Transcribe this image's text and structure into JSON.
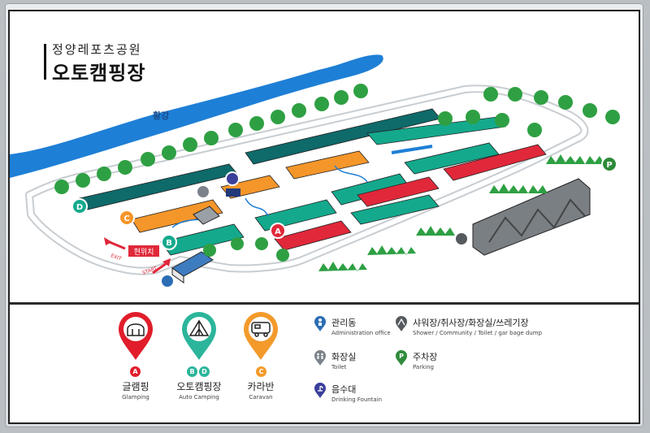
{
  "header": {
    "subtitle": "정양레포츠공원",
    "title": "오토캠핑장"
  },
  "map": {
    "river_label": "황강",
    "here_label": "현위치",
    "exit_label": "EXIT",
    "start_label": "START",
    "zone_markers": [
      "A",
      "B",
      "C",
      "D"
    ],
    "parking_marker": "P"
  },
  "legend": {
    "site_types": [
      {
        "letters": [
          "A"
        ],
        "ko": "글램핑",
        "en": "Glamping",
        "color": "#e11d2b",
        "icon": "glamping-tent-icon"
      },
      {
        "letters": [
          "B",
          "D"
        ],
        "ko": "오토캠핑장",
        "en": "Auto Camping",
        "color": "#2bb59a",
        "icon": "camping-tent-icon"
      },
      {
        "letters": [
          "C"
        ],
        "ko": "카라반",
        "en": "Caravan",
        "color": "#f39a2b",
        "icon": "caravan-icon"
      }
    ],
    "facilities_left": [
      {
        "ko": "관리동",
        "en": "Administration office",
        "color": "#2c6db4",
        "icon": "admin-person-icon"
      },
      {
        "ko": "화장실",
        "en": "Toilet",
        "color": "#7c8289",
        "icon": "toilet-icon"
      },
      {
        "ko": "음수대",
        "en": "Drinking Fountain",
        "color": "#3b3f9a",
        "icon": "fountain-icon"
      }
    ],
    "facilities_right": [
      {
        "ko": "샤워장/취사장/화장실/쓰레기장",
        "en": "Shower / Community / Toilet / gar bage dump",
        "color": "#555a5e",
        "icon": "shower-icon"
      },
      {
        "ko": "주차장",
        "en": "Parking",
        "color": "#2e8b3a",
        "icon": "parking-icon",
        "letter": "P"
      }
    ]
  },
  "colors": {
    "river": "#1e7fd6",
    "tree": "#2ea043",
    "teal": "#14a98d",
    "orange": "#f5962a",
    "red": "#e0283a",
    "darkteal": "#0f6a6a"
  }
}
